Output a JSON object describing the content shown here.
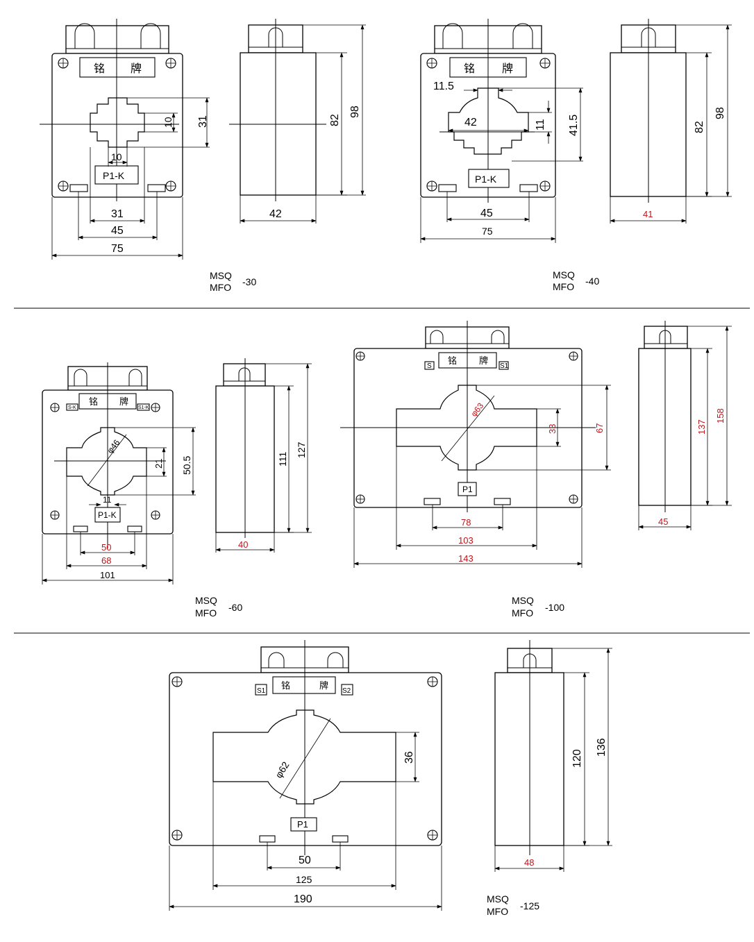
{
  "labels": {
    "nameplate_left": "铭",
    "nameplate_right": "牌",
    "terminal_p1k": "P1-K",
    "terminal_p1k_60": "P1-K",
    "terminal_p1": "P1",
    "s_k": "S-K",
    "s1_k": "S1-K",
    "s": "S",
    "s1": "S1",
    "s2": "S2",
    "model_top": "MSQ",
    "model_bottom": "MFO"
  },
  "models": [
    {
      "suffix": "-30",
      "front": {
        "height_31": "31",
        "slot_10v": "10",
        "slot_10h": "10",
        "base_31": "31",
        "mount_45": "45",
        "width_75": "75"
      },
      "side": {
        "body_82": "82",
        "total_98": "98",
        "depth_42": "42"
      }
    },
    {
      "suffix": "-40",
      "front": {
        "slot_11_5": "11.5",
        "win_42": "42",
        "slot_11": "11",
        "height_41_5": "41.5",
        "mount_45": "45",
        "width_75": "75"
      },
      "side": {
        "body_82": "82",
        "total_98": "98",
        "depth_41": "41"
      }
    },
    {
      "suffix": "-60",
      "front": {
        "dia_46": "φ46",
        "slot_21": "21",
        "height_50_5": "50.5",
        "slot_11": "11",
        "mount_50": "50",
        "win_68": "68",
        "width_101": "101"
      },
      "side": {
        "body_111": "111",
        "total_127": "127",
        "depth_40": "40"
      }
    },
    {
      "suffix": "-100",
      "front": {
        "dia_63": "φ63",
        "slot_33": "33",
        "height_67": "67",
        "mount_78": "78",
        "win_103": "103",
        "width_143": "143"
      },
      "side": {
        "body_137": "137",
        "total_158": "158",
        "depth_45": "45"
      }
    },
    {
      "suffix": "-125",
      "front": {
        "dia_62": "φ62",
        "slot_36": "36",
        "mount_50": "50",
        "win_125": "125",
        "width_190": "190"
      },
      "side": {
        "body_120": "120",
        "total_136": "136",
        "depth_48": "48"
      }
    }
  ],
  "colors": {
    "line": "#000000",
    "highlight_red": "#c0141c",
    "background": "#ffffff"
  }
}
